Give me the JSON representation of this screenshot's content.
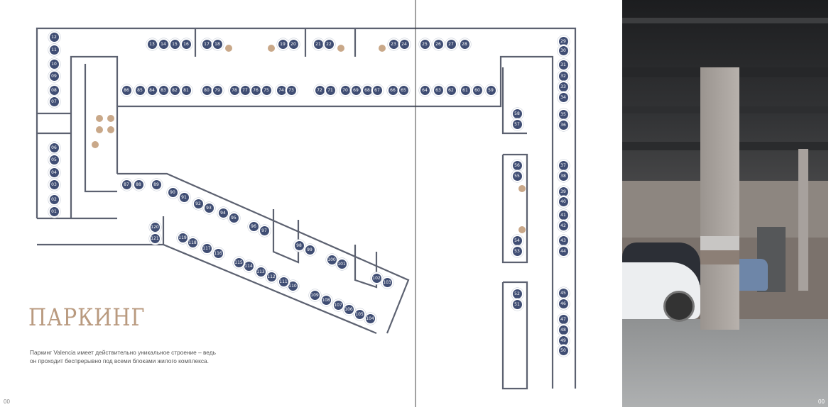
{
  "title": "ПАРКИНГ",
  "description": "Паркинг Valencia имеет действительно уникальное строение – ведь он проходит беспрерывно под всеми блоками жилого  комплекса.",
  "page_numbers": {
    "left": "00",
    "right": "00"
  },
  "colors": {
    "spot": "#3f4d73",
    "accent": "#b99a7f",
    "service": "#c9a889",
    "wall": "#5c6170"
  },
  "spots": [
    "12",
    "11",
    "10",
    "09",
    "08",
    "07",
    "06",
    "05",
    "04",
    "03",
    "02",
    "01",
    "13",
    "14",
    "15",
    "16",
    "17",
    "18",
    "19",
    "20",
    "21",
    "22",
    "23",
    "24",
    "25",
    "26",
    "27",
    "28",
    "86",
    "85",
    "84",
    "83",
    "82",
    "81",
    "80",
    "79",
    "78",
    "77",
    "76",
    "75",
    "74",
    "73",
    "72",
    "71",
    "70",
    "69",
    "68",
    "67",
    "66",
    "65",
    "64",
    "63",
    "62",
    "61",
    "60",
    "59",
    "29",
    "30",
    "31",
    "32",
    "33",
    "34",
    "35",
    "36",
    "37",
    "38",
    "39",
    "40",
    "41",
    "42",
    "43",
    "44",
    "45",
    "46",
    "47",
    "48",
    "49",
    "50",
    "58",
    "57",
    "56",
    "55",
    "54",
    "53",
    "52",
    "51",
    "87",
    "88",
    "89",
    "90",
    "91",
    "92",
    "93",
    "94",
    "95",
    "96",
    "97",
    "98",
    "99",
    "100",
    "101",
    "102",
    "103",
    "104",
    "105",
    "106",
    "107",
    "108",
    "109",
    "110",
    "111",
    "112",
    "113",
    "114",
    "115",
    "116",
    "117",
    "118",
    "119",
    "120",
    "121"
  ]
}
